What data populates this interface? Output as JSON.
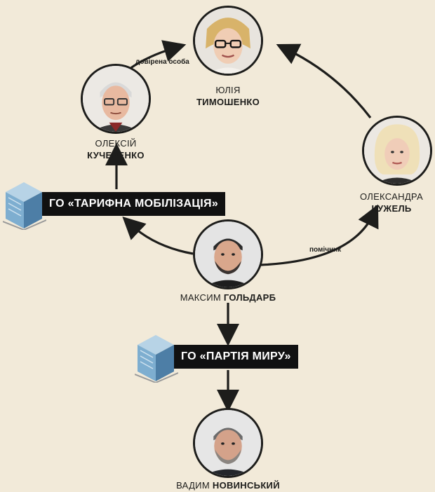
{
  "people": {
    "tymoshenko": {
      "first": "ЮЛІЯ",
      "last": "ТИМОШЕНКО"
    },
    "kucherenko": {
      "first": "ОЛЕКСІЙ",
      "last": "КУЧЕРЕНКО"
    },
    "kuzhel": {
      "first": "ОЛЕКСАНДРА",
      "last": "КУЖЕЛЬ"
    },
    "goldarb": {
      "first": "МАКСИМ",
      "last": "ГОЛЬДАРБ"
    },
    "novynskyi": {
      "first": "ВАДИМ",
      "last": "НОВИНСЬКИЙ"
    }
  },
  "orgs": {
    "tarif": "ГО «ТАРИФНА МОБІЛІЗАЦІЯ»",
    "party": "ГО «ПАРТІЯ МИРУ»"
  },
  "edge_labels": {
    "trusted_person": "довірена особа",
    "assistant": "помічник"
  },
  "colors": {
    "background": "#f2ead9",
    "ink": "#1d1d1b",
    "org_box": "#111111",
    "building_light": "#8fb9d6",
    "building_dark": "#4d7ea6"
  }
}
